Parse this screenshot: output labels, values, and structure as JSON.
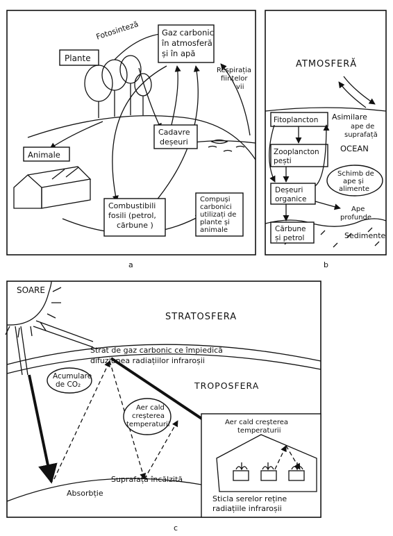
{
  "panel_a": {
    "fotosinteza": "Fotosinteză",
    "plante": "Plante",
    "gaz_line1": "Gaz carbonic",
    "gaz_line2": "în atmosferă",
    "gaz_line3": "și în apă",
    "respiratia_line1": "Respirația",
    "respiratia_line2": "ființelor",
    "respiratia_line3": "vii",
    "cadavre_line1": "Cadavre",
    "cadavre_line2": "deșeuri",
    "animale": "Animale",
    "combustibili_line1": "Combustibili",
    "combustibili_line2": "fosili (petrol,",
    "combustibili_line3": "cărbune )",
    "compusi_line1": "Compuși",
    "compusi_line2": "carbonici",
    "compusi_line3": "utilizați de",
    "compusi_line4": "plante și",
    "compusi_line5": "animale",
    "caption": "a"
  },
  "panel_b": {
    "atmosfera": "ATMOSFERĂ",
    "fitoplancton": "Fitoplancton",
    "asimilare": "Asimilare",
    "ape_suprafata_line1": "ape de",
    "ape_suprafata_line2": "suprafață",
    "ocean": "OCEAN",
    "zooplancton_line1": "Zooplancton",
    "zooplancton_line2": "pești",
    "schimb_line1": "Schimb de",
    "schimb_line2": "ape și",
    "schimb_line3": "alimente",
    "deseuri_line1": "Deșeuri",
    "deseuri_line2": "organice",
    "ape_profunde_line1": "Ape",
    "ape_profunde_line2": "profunde",
    "carbune_line1": "Cărbune",
    "carbune_line2": "și petrol",
    "sedimente": "Sedimente",
    "caption": "b"
  },
  "panel_c": {
    "soare": "SOARE",
    "stratosfera": "STRATOSFERA",
    "strat_line1": "Strat de gaz carbonic ce împiedică",
    "strat_line2": "difuziunea radiațiilor infraroșii",
    "acumulare_line1": "Acumulare",
    "acumulare_line2": "de CO₂",
    "troposfera": "TROPOSFERA",
    "aer_cald_line1": "Aer cald",
    "aer_cald_line2": "creșterea",
    "aer_cald_line3": "temperaturii",
    "sera_aer_line1": "Aer cald creșterea",
    "sera_aer_line2": "temperaturii",
    "suprafata": "Suprafață încălzită",
    "absorbtie": "Absorbție",
    "sticla_line1": "Sticla serelor reține",
    "sticla_line2": "radiațiile infraroșii",
    "caption": "c"
  }
}
